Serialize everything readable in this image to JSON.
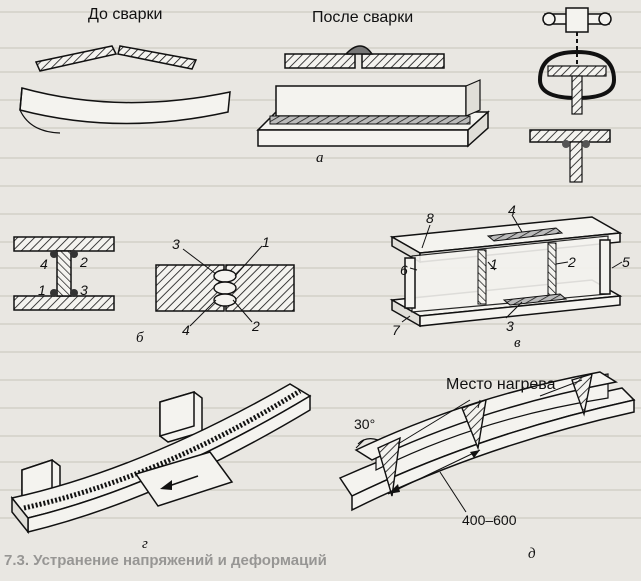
{
  "labels": {
    "before_welding": "До сварки",
    "after_welding": "После сварки",
    "heating_place": "Место нагрева",
    "angle": "30°",
    "distance": "400–600"
  },
  "captions": {
    "a": "а",
    "b": "б",
    "v": "в",
    "g": "г",
    "d": "д"
  },
  "numbers_b_ibeam": [
    "4",
    "2",
    "1",
    "3"
  ],
  "numbers_b_cross": [
    "3",
    "1",
    "4",
    "2"
  ],
  "numbers_v": [
    "8",
    "4",
    "6",
    "1",
    "2",
    "5",
    "3",
    "7"
  ],
  "background_text": "7.3. Устранение напряжений и деформаций"
}
